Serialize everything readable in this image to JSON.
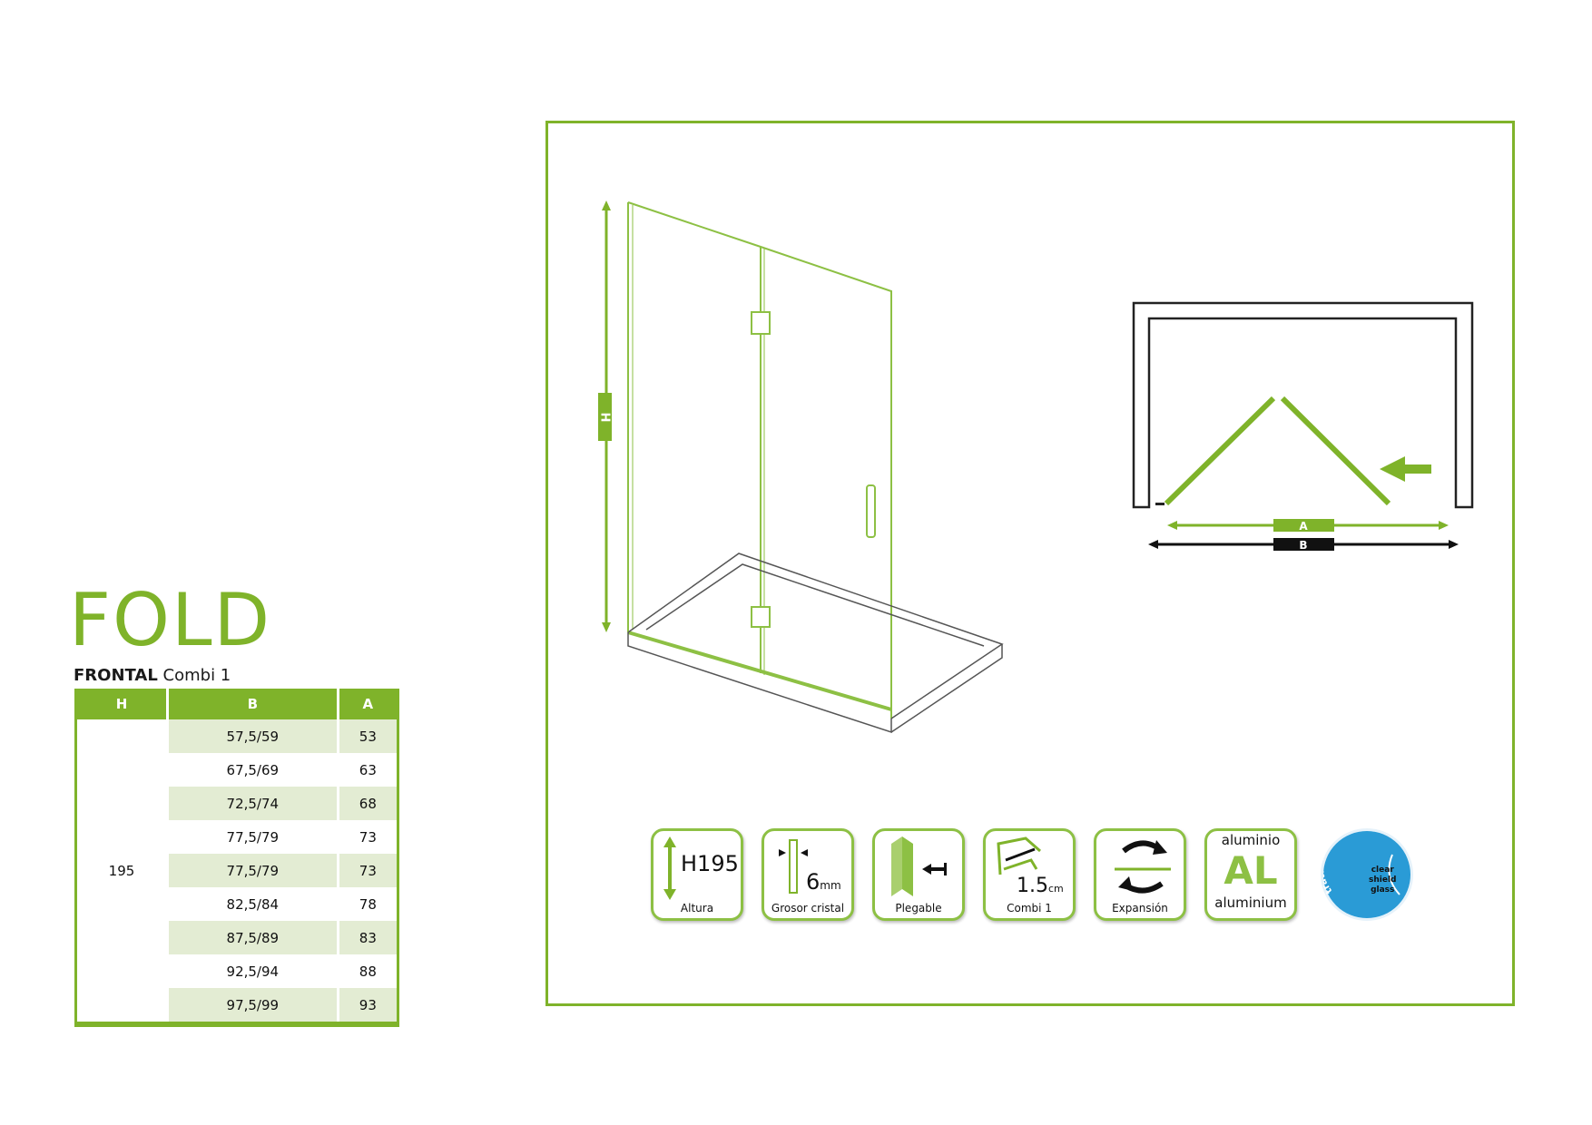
{
  "product": {
    "name": "FOLD",
    "type_bold": "FRONTAL",
    "type_rest": "Combi 1"
  },
  "table": {
    "headers": [
      "H",
      "B",
      "A"
    ],
    "h_value": "195",
    "rows": [
      {
        "b": "57,5/59",
        "a": "53"
      },
      {
        "b": "67,5/69",
        "a": "63"
      },
      {
        "b": "72,5/74",
        "a": "68"
      },
      {
        "b": "77,5/79",
        "a": "73"
      },
      {
        "b": "77,5/79",
        "a": "73"
      },
      {
        "b": "82,5/84",
        "a": "78"
      },
      {
        "b": "87,5/89",
        "a": "83"
      },
      {
        "b": "92,5/94",
        "a": "88"
      },
      {
        "b": "97,5/99",
        "a": "93"
      }
    ]
  },
  "diagram": {
    "height_label": "H",
    "width_a_label": "A",
    "width_b_label": "B"
  },
  "features": [
    {
      "icon": "height-arrow-icon",
      "value": "H195",
      "label": "Altura"
    },
    {
      "icon": "glass-thickness-icon",
      "value": "6",
      "unit": "mm",
      "label": "Grosor cristal"
    },
    {
      "icon": "folding-door-icon",
      "label": "Plegable"
    },
    {
      "icon": "combi-profile-icon",
      "value": "1.5",
      "unit": "cm",
      "label": "Combi 1"
    },
    {
      "icon": "expansion-arrows-icon",
      "label": "Expansión"
    },
    {
      "icon": "aluminium-icon",
      "top": "aluminio",
      "value": "AL",
      "bottom": "aluminium"
    }
  ],
  "badge": {
    "arc_text": "tratamiento antical",
    "lines": [
      "clear",
      "shield",
      "glass"
    ]
  },
  "colors": {
    "accent": "#7fb32a",
    "row_alt": "#e3ecd3",
    "badge": "#2a9bd6"
  }
}
